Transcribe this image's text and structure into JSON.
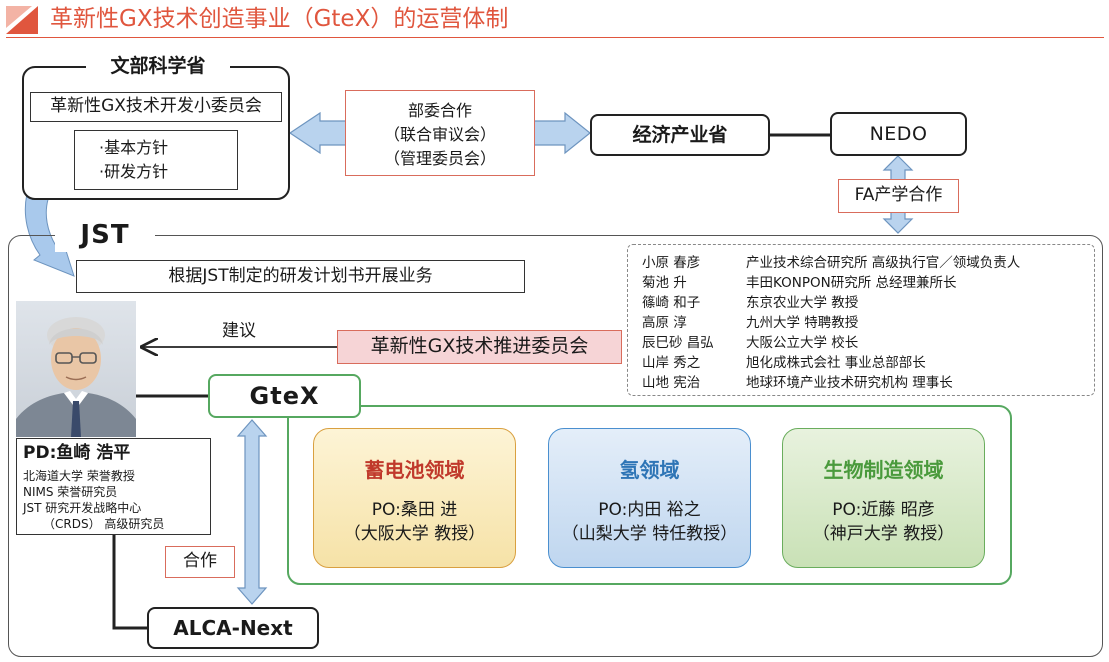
{
  "header": {
    "title": "革新性GX技术创造事业（GteX）的运营体制"
  },
  "mext": {
    "title": "文部科学省",
    "subcommittee": "革新性GX技术开发小委员会",
    "policies": [
      "·基本方针",
      "·研发方针"
    ]
  },
  "cooperation": {
    "lines": [
      "部委合作",
      "（联合审议会）",
      "（管理委员会）"
    ]
  },
  "meti": {
    "label": "经济产业省"
  },
  "nedo": {
    "label": "NEDO"
  },
  "fa": {
    "label": "FA产学合作"
  },
  "jst": {
    "label": "JST",
    "plan": "根据JST制定的研发计划书开展业务"
  },
  "committee_members": [
    {
      "name": "小原 春彦",
      "affiliation": "产业技术综合研究所 高级执行官／领域负责人"
    },
    {
      "name": "菊池 升",
      "affiliation": "丰田KONPON研究所 总经理兼所长"
    },
    {
      "name": "篠崎 和子",
      "affiliation": "东京农业大学 教授"
    },
    {
      "name": "高原 淳",
      "affiliation": "九州大学 特聘教授"
    },
    {
      "name": "辰巳砂 昌弘",
      "affiliation": "大阪公立大学 校长"
    },
    {
      "name": "山岸 秀之",
      "affiliation": "旭化成株式会社 事业总部部长"
    },
    {
      "name": "山地 宪治",
      "affiliation": "地球环境产业技术研究机构 理事长"
    }
  ],
  "advice": {
    "label": "建议"
  },
  "committee": {
    "label": "革新性GX技术推进委员会"
  },
  "pd": {
    "name": "PD:鱼崎 浩平",
    "lines": [
      "北海道大学 荣誉教授",
      "NIMS 荣誉研究员",
      "JST 研究开发战略中心",
      "（CRDS） 高级研究员"
    ]
  },
  "gtex": {
    "label": "GteX"
  },
  "areas": [
    {
      "title": "蓄电池领域",
      "po": "PO:桑田 进",
      "univ": "（大阪大学 教授）",
      "color": "#c0392b"
    },
    {
      "title": "氢领域",
      "po": "PO:内田 裕之",
      "univ": "（山梨大学 特任教授）",
      "color": "#2e75b6"
    },
    {
      "title": "生物制造领域",
      "po": "PO:近藤 昭彦",
      "univ": "（神戸大学 教授）",
      "color": "#4a9a3c"
    }
  ],
  "partner": {
    "label": "合作"
  },
  "alca": {
    "label": "ALCA-Next"
  }
}
